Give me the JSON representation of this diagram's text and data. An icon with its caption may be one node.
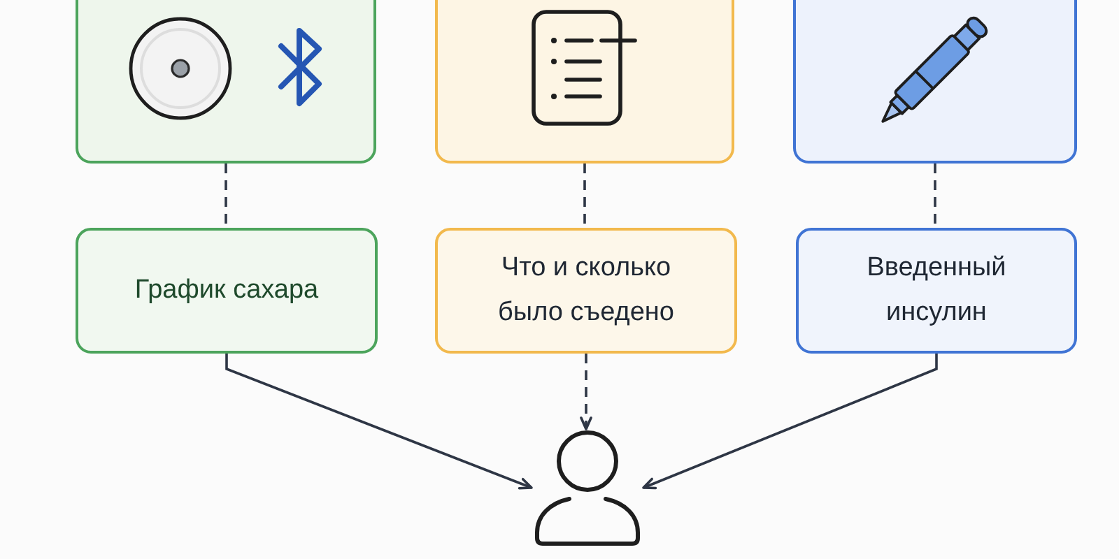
{
  "diagram": {
    "nodes": [
      {
        "text": [],
        "shape": "box"
      },
      {
        "text": [],
        "shape": "box"
      },
      {
        "text": [],
        "shape": "box"
      },
      {
        "text": [
          "График сахара"
        ]
      },
      {
        "text": [
          "Что и сколько было съедено"
        ]
      },
      {
        "text": [
          "Введенный инсулин"
        ]
      },
      {
        "text": [],
        "shape": "person"
      }
    ],
    "edges": [
      {
        "from": 0,
        "to": 3,
        "arrow": "none",
        "style": "dashed"
      },
      {
        "from": 1,
        "to": 4,
        "arrow": "none",
        "style": "dashed"
      },
      {
        "from": 2,
        "to": 5,
        "arrow": "none",
        "style": "dashed"
      },
      {
        "from": 3,
        "to": 6,
        "arrow": "to"
      },
      {
        "from": 4,
        "to": 6,
        "arrow": "to",
        "style": "dashed"
      },
      {
        "from": 5,
        "to": 6,
        "arrow": "to"
      }
    ]
  }
}
